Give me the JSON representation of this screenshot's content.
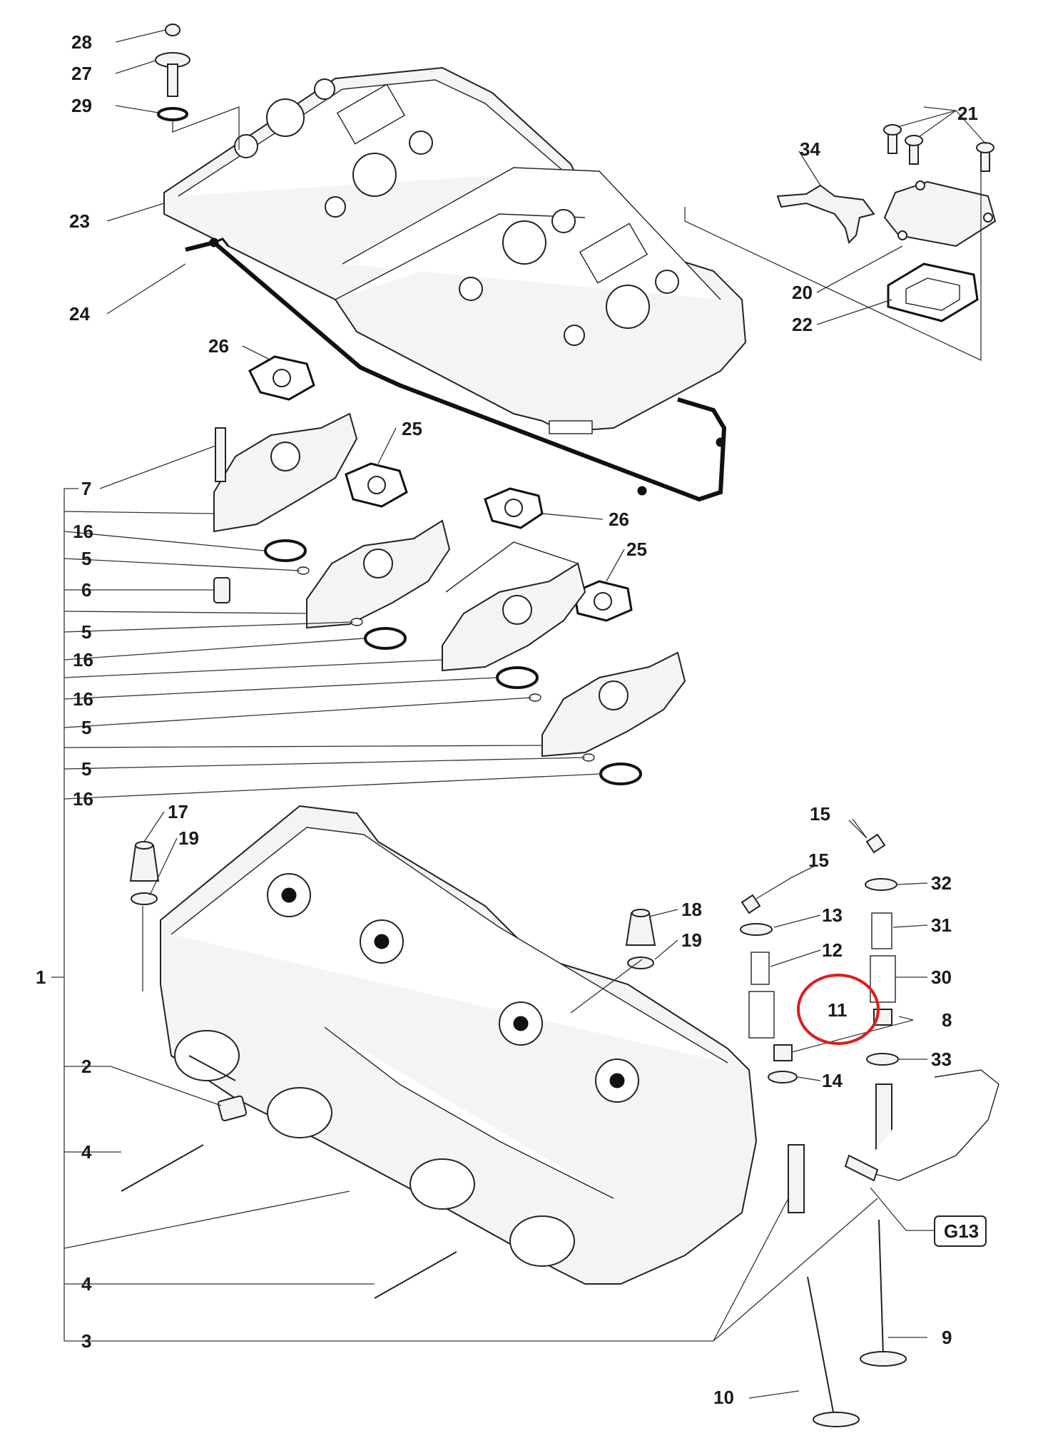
{
  "callouts": {
    "c1": "1",
    "c2": "2",
    "c3": "3",
    "c4a": "4",
    "c4b": "4",
    "c5a": "5",
    "c5b": "5",
    "c5c": "5",
    "c5d": "5",
    "c6": "6",
    "c7": "7",
    "c8": "8",
    "c9": "9",
    "c10": "10",
    "c11": "11",
    "c12": "12",
    "c13": "13",
    "c14": "14",
    "c15a": "15",
    "c15b": "15",
    "c16a": "16",
    "c16b": "16",
    "c16c": "16",
    "c16d": "16",
    "c17": "17",
    "c18": "18",
    "c19a": "19",
    "c19b": "19",
    "c20": "20",
    "c21": "21",
    "c22": "22",
    "c23": "23",
    "c24": "24",
    "c25a": "25",
    "c25b": "25",
    "c26a": "26",
    "c26b": "26",
    "c27": "27",
    "c28": "28",
    "c29": "29",
    "c30": "30",
    "c31": "31",
    "c32": "32",
    "c33": "33",
    "c34": "34"
  },
  "reference_box": "G13",
  "highlighted_callout": "11",
  "highlight_color": "#e01b1b"
}
